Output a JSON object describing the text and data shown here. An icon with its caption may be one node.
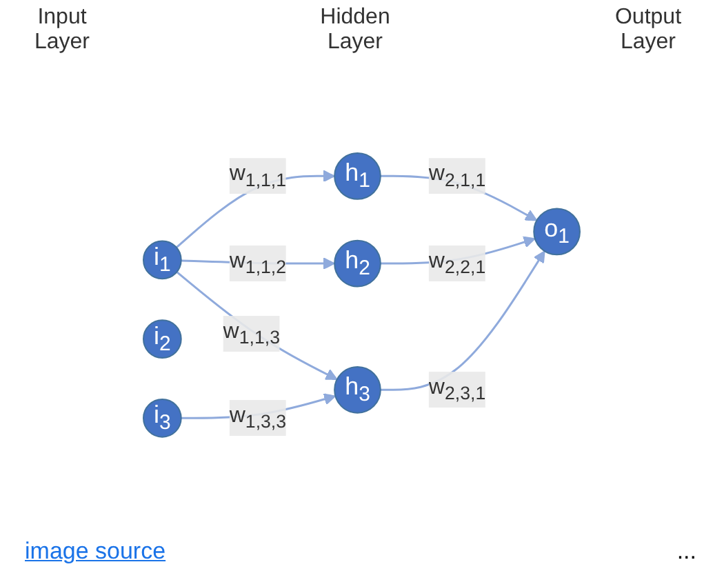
{
  "diagram": {
    "nodes": [
      {
        "text": [
          "i$_{1}$"
        ]
      },
      {
        "text": [
          "i$_{2}$"
        ]
      },
      {
        "text": [
          "i$_{3}$"
        ]
      },
      {
        "text": [
          "h$_{1}$"
        ]
      },
      {
        "text": [
          "h$_{2}$"
        ]
      },
      {
        "text": [
          "h$_{3}$"
        ]
      },
      {
        "text": [
          "o$_{1}$"
        ]
      }
    ],
    "edges": [
      {
        "from": 0,
        "to": 3,
        "arrow": "to",
        "label": "w$_{1,1,1}$"
      },
      {
        "from": 0,
        "to": 4,
        "arrow": "to",
        "label": "w$_{1,1,2}$"
      },
      {
        "from": 0,
        "to": 5,
        "arrow": "to",
        "label": "w$_{1,1,3}$"
      },
      {
        "from": 2,
        "to": 5,
        "arrow": "to",
        "label": "w$_{1,3,3}$"
      },
      {
        "from": 3,
        "to": 6,
        "arrow": "to",
        "label": "w$_{2,1,1}$"
      },
      {
        "from": 4,
        "to": 6,
        "arrow": "to",
        "label": "w$_{2,2,1}$"
      },
      {
        "from": 5,
        "to": 6,
        "arrow": "to",
        "label": "w$_{2,3,1}$"
      }
    ],
    "labels": [
      "Input Layer",
      "Hidden Layer",
      "Output Layer",
      "...",
      "image source"
    ]
  }
}
